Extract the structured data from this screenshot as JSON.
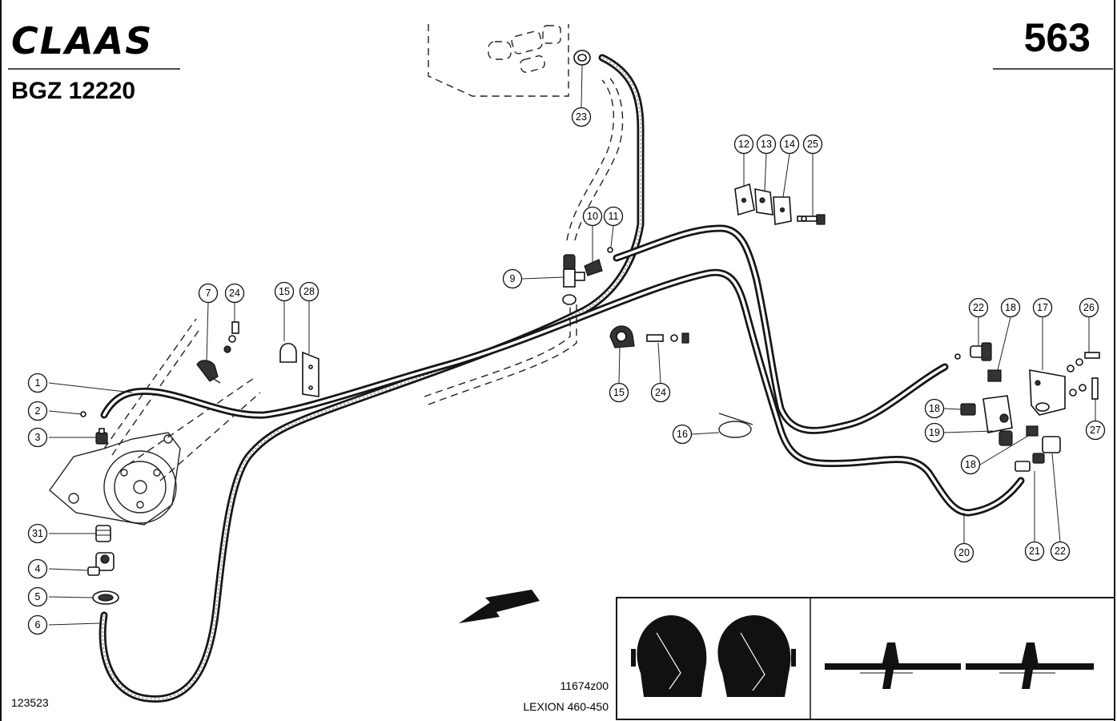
{
  "header": {
    "brand": "CLAAS",
    "sheet_number": "563",
    "group_code": "BGZ 12220"
  },
  "footer": {
    "doc_number": "123523",
    "drawing_number": "11674z00",
    "model": "LEXION 460-450"
  },
  "callouts": [
    {
      "id": "c-1",
      "label": "1"
    },
    {
      "id": "c-2",
      "label": "2"
    },
    {
      "id": "c-3",
      "label": "3"
    },
    {
      "id": "c-31",
      "label": "31"
    },
    {
      "id": "c-4",
      "label": "4"
    },
    {
      "id": "c-5",
      "label": "5"
    },
    {
      "id": "c-6",
      "label": "6"
    },
    {
      "id": "c-7",
      "label": "7"
    },
    {
      "id": "c-24a",
      "label": "24"
    },
    {
      "id": "c-15a",
      "label": "15"
    },
    {
      "id": "c-28",
      "label": "28"
    },
    {
      "id": "c-23",
      "label": "23"
    },
    {
      "id": "c-9",
      "label": "9"
    },
    {
      "id": "c-10",
      "label": "10"
    },
    {
      "id": "c-11",
      "label": "11"
    },
    {
      "id": "c-12",
      "label": "12"
    },
    {
      "id": "c-13",
      "label": "13"
    },
    {
      "id": "c-14",
      "label": "14"
    },
    {
      "id": "c-25",
      "label": "25"
    },
    {
      "id": "c-15b",
      "label": "15"
    },
    {
      "id": "c-24b",
      "label": "24"
    },
    {
      "id": "c-16",
      "label": "16"
    },
    {
      "id": "c-22a",
      "label": "22"
    },
    {
      "id": "c-18a",
      "label": "18"
    },
    {
      "id": "c-17",
      "label": "17"
    },
    {
      "id": "c-26",
      "label": "26"
    },
    {
      "id": "c-18b",
      "label": "18"
    },
    {
      "id": "c-19",
      "label": "19"
    },
    {
      "id": "c-27",
      "label": "27"
    },
    {
      "id": "c-18c",
      "label": "18"
    },
    {
      "id": "c-20",
      "label": "20"
    },
    {
      "id": "c-21",
      "label": "21"
    },
    {
      "id": "c-22b",
      "label": "22"
    }
  ]
}
